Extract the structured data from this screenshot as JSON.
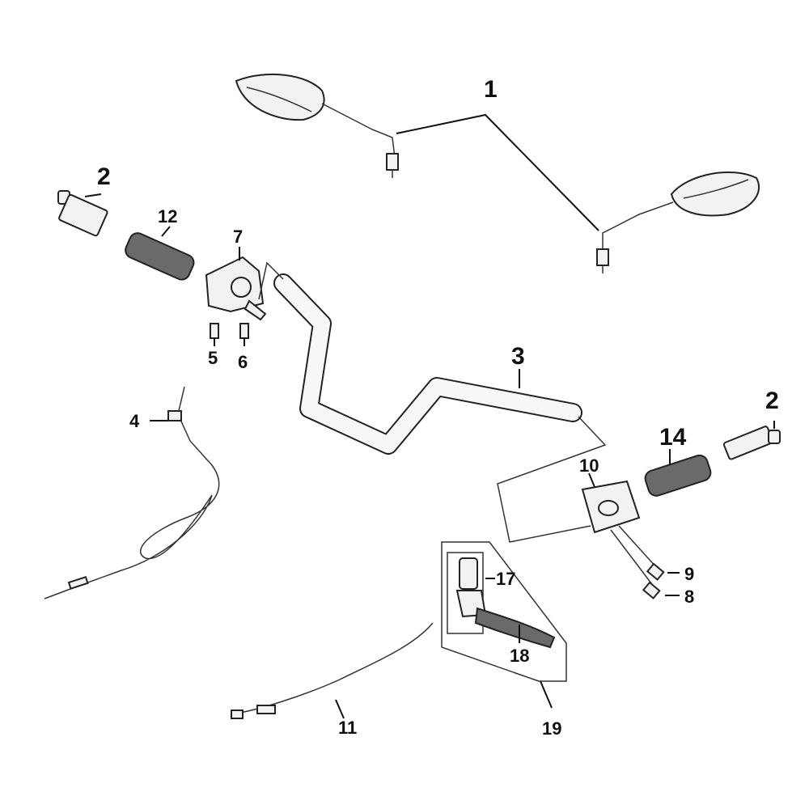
{
  "callouts": {
    "c1": "1",
    "c2_left": "2",
    "c2_right": "2",
    "c3": "3",
    "c4": "4",
    "c5": "5",
    "c6": "6",
    "c7": "7",
    "c8": "8",
    "c9": "9",
    "c10": "10",
    "c11": "11",
    "c12": "12",
    "c14": "14",
    "c17": "17",
    "c18": "18",
    "c19": "19"
  },
  "colors": {
    "line": "#111111",
    "part_fill": "#f2f2f2",
    "grip_fill": "#6a6a6a",
    "background": "#ffffff"
  }
}
